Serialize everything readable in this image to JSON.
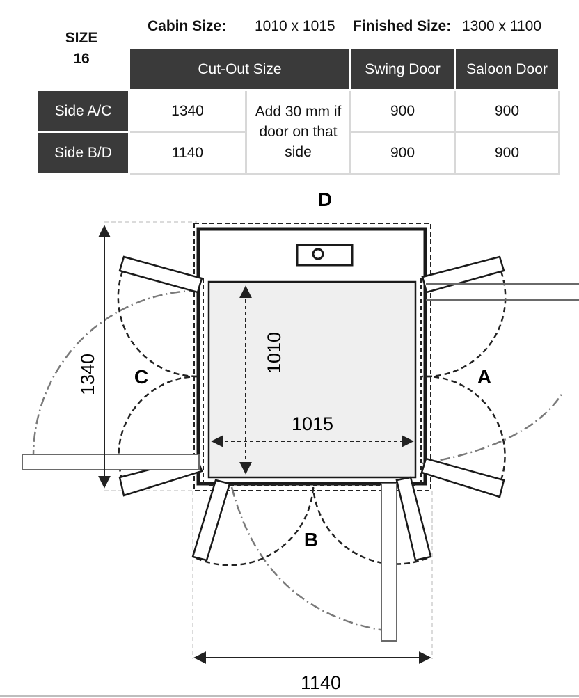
{
  "header": {
    "size_title": "SIZE",
    "size_number": "16",
    "cabin_label": "Cabin Size:",
    "cabin_value": "1010 x 1015",
    "finished_label": "Finished Size:",
    "finished_value": "1300 x 1100"
  },
  "table": {
    "headers": [
      "Cut-Out Size",
      "Swing Door",
      "Saloon Door"
    ],
    "rows": [
      {
        "side": "Side A/C",
        "cutout": "1340",
        "swing": "900",
        "saloon": "900"
      },
      {
        "side": "Side B/D",
        "cutout": "1140",
        "swing": "900",
        "saloon": "900"
      }
    ],
    "note": "Add 30 mm if door on that side"
  },
  "diagram": {
    "side_labels": {
      "top": "D",
      "left": "C",
      "right": "A",
      "bottom": "B"
    },
    "dimensions": {
      "inner_depth": "1010",
      "inner_width": "1015",
      "outer_height": "1340",
      "outer_width": "1140"
    },
    "colors": {
      "dark": "#3a3a3a",
      "cabin_fill": "#efefef",
      "grid": "#d8d8d8",
      "swing_arc": "#7a7a7a"
    }
  }
}
